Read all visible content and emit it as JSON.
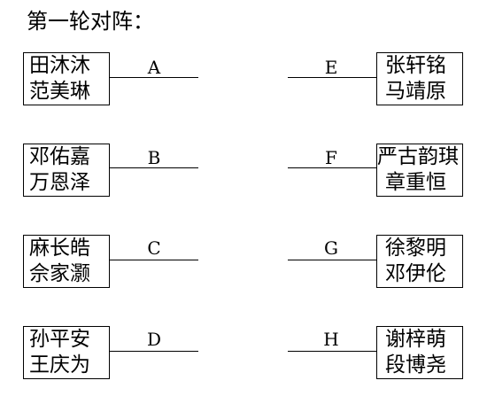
{
  "title": "第一轮对阵：",
  "matches_left": [
    {
      "slot": "A",
      "players": [
        "田沐沐",
        "范美琳"
      ]
    },
    {
      "slot": "B",
      "players": [
        "邓佑嘉",
        "万恩泽"
      ]
    },
    {
      "slot": "C",
      "players": [
        "麻长皓",
        "佘家灏"
      ]
    },
    {
      "slot": "D",
      "players": [
        "孙平安",
        "王庆为"
      ]
    }
  ],
  "matches_right": [
    {
      "slot": "E",
      "players": [
        "张轩铭",
        "马靖原"
      ]
    },
    {
      "slot": "F",
      "players": [
        "严古韵琪",
        "章重恒"
      ]
    },
    {
      "slot": "G",
      "players": [
        "徐黎明",
        "邓伊伦"
      ]
    },
    {
      "slot": "H",
      "players": [
        "谢梓萌",
        "段博尧"
      ]
    }
  ]
}
